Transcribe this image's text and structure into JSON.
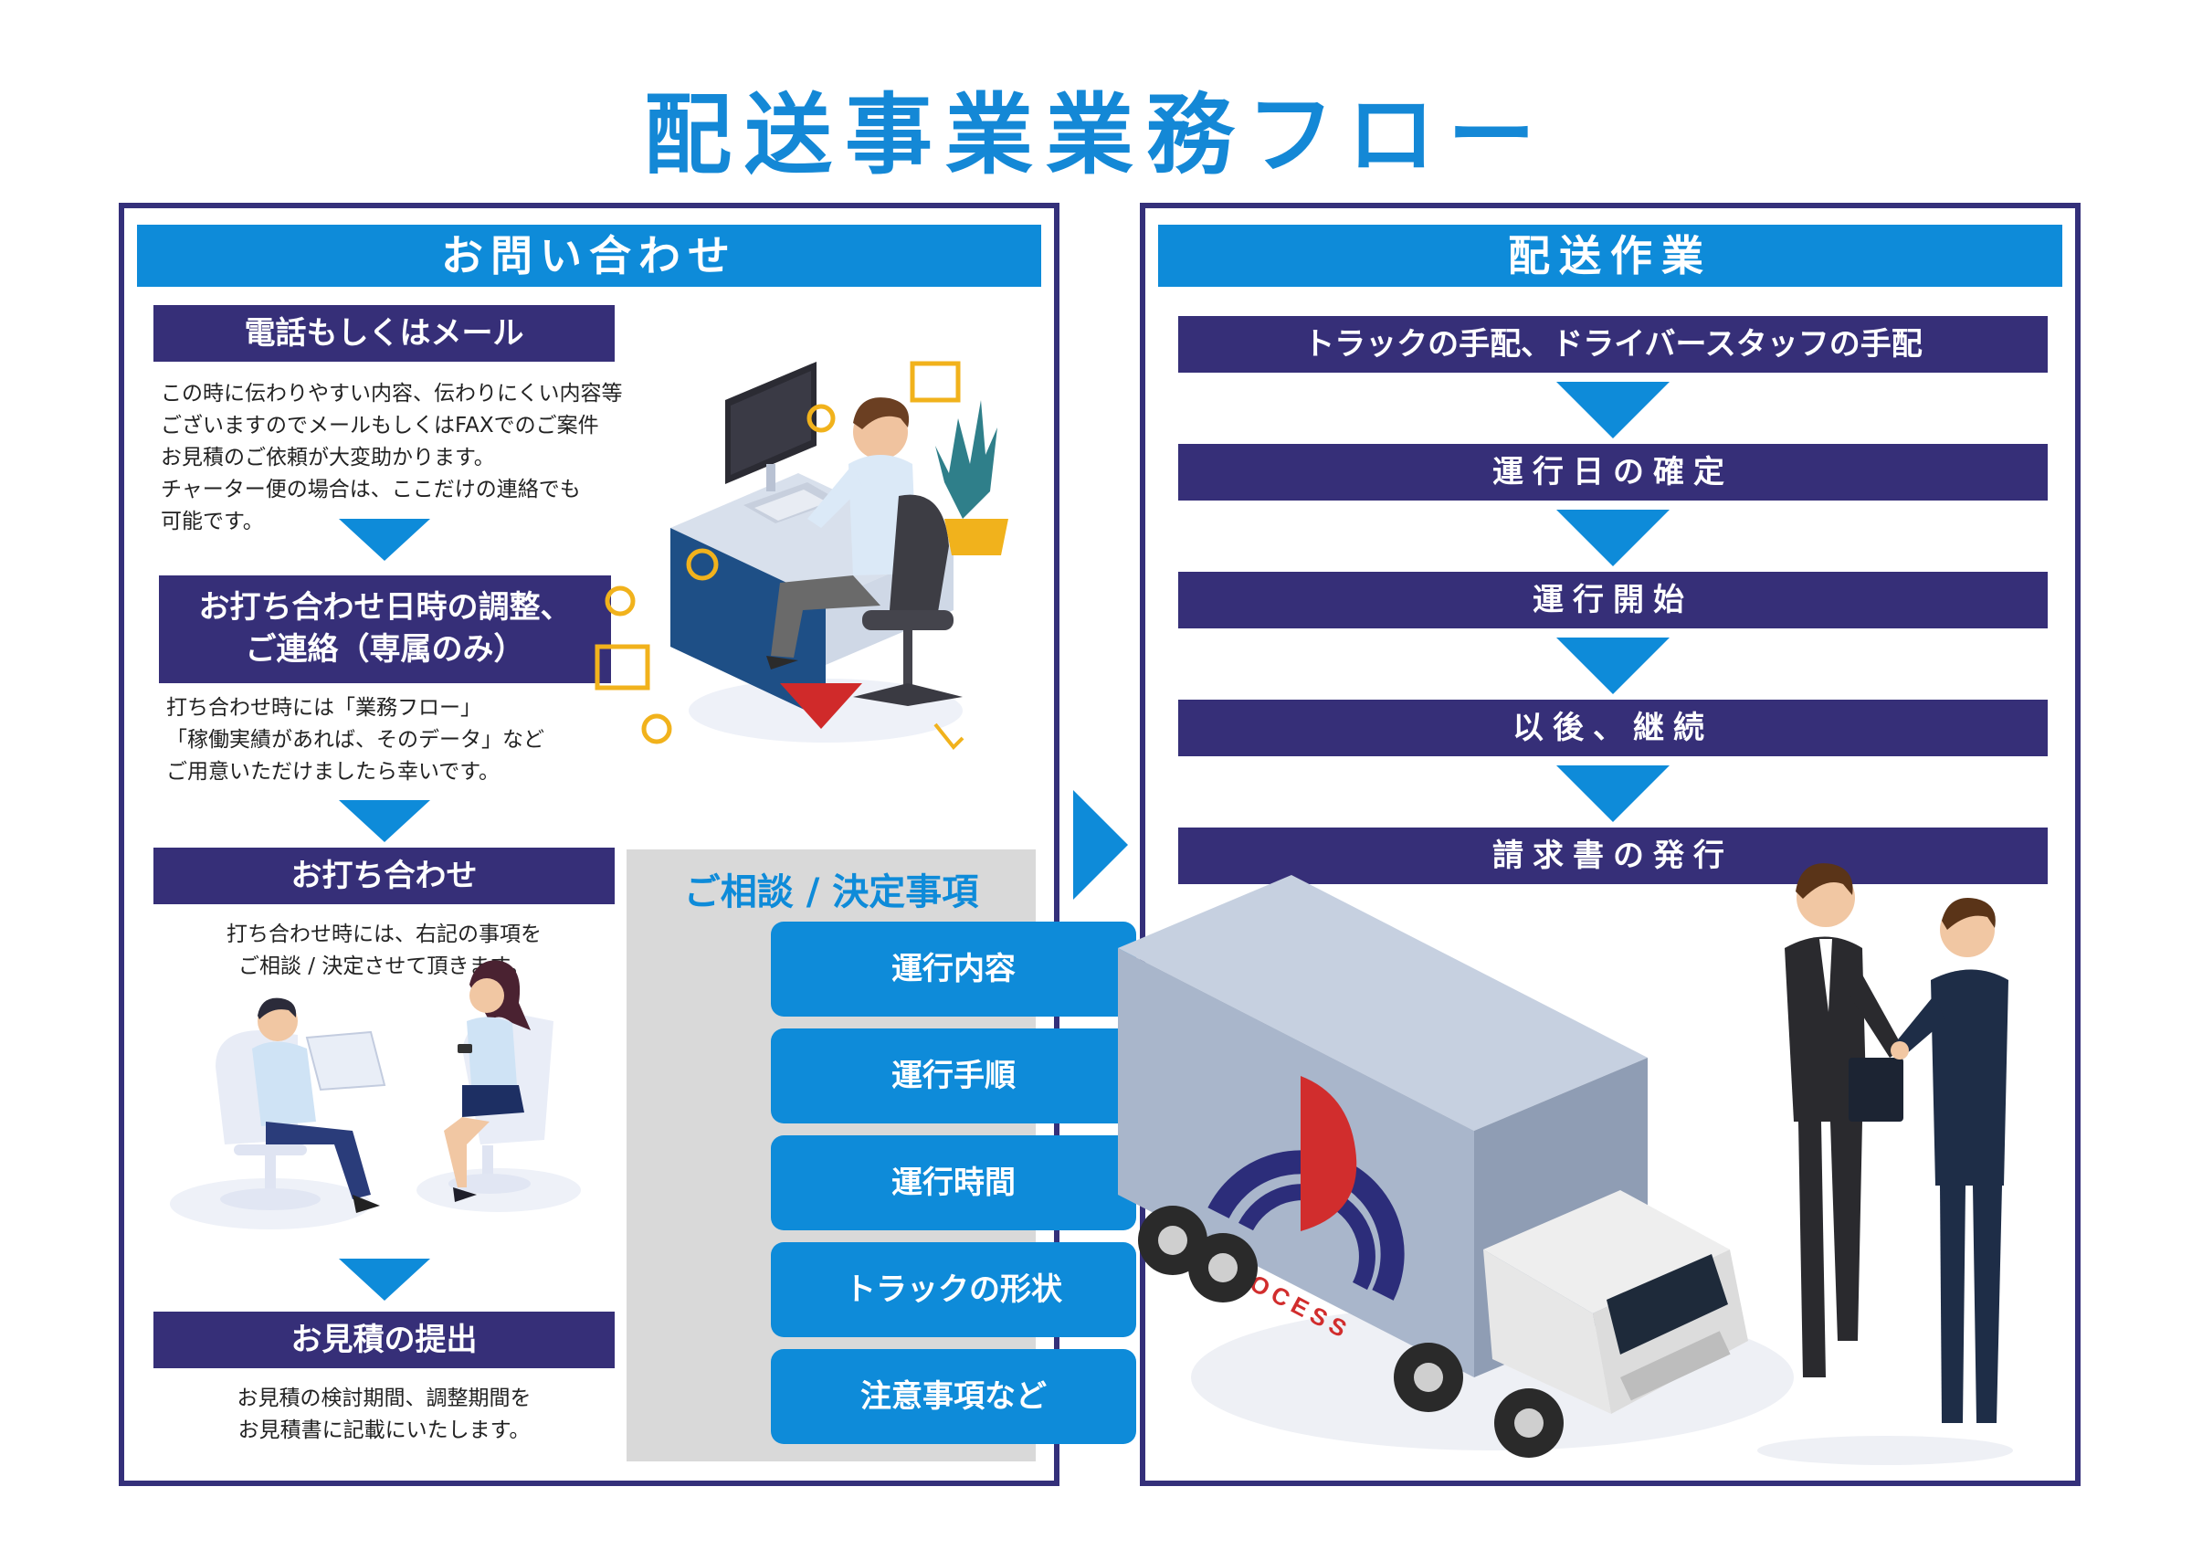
{
  "title": "配送事業業務フロー",
  "left_panel": {
    "header": "お問い合わせ",
    "step1": {
      "label": "電話もしくはメール",
      "desc": "この時に伝わりやすい内容、伝わりにくい内容等\nございますのでメールもしくはFAXでのご案件\nお見積のご依頼が大変助かります。\nチャーター便の場合は、ここだけの連絡でも\n可能です。"
    },
    "step2": {
      "label_line1": "お打ち合わせ日時の調整、",
      "label_line2": "ご連絡（専属のみ）",
      "desc": "打ち合わせ時には「業務フロー」\n「稼働実績があれば、そのデータ」など\nご用意いただけましたら幸いです。"
    },
    "step3": {
      "label": "お打ち合わせ",
      "desc": "打ち合わせ時には、右記の事項を\nご相談 / 決定させて頂きます。"
    },
    "step4": {
      "label": "お見積の提出",
      "desc": "お見積の検討期間、調整期間を\nお見積書に記載にいたします。"
    },
    "consult_box": {
      "title": "ご相談 / 決定事項",
      "items": [
        "運行内容",
        "運行手順",
        "運行時間",
        "トラックの形状",
        "注意事項など"
      ]
    }
  },
  "right_panel": {
    "header": "配送作業",
    "steps": [
      "トラックの手配、ドライバースタッフの手配",
      "運行日の確定",
      "運行開始",
      "以後、継続",
      "請求書の発行"
    ],
    "truck_logo_text": "PROCESS"
  },
  "colors": {
    "accent_blue": "#0e8bd9",
    "navy": "#362f78",
    "title_blue": "#1488d6",
    "panel_border": "#34307a",
    "consult_bg": "#d9d9d9"
  }
}
